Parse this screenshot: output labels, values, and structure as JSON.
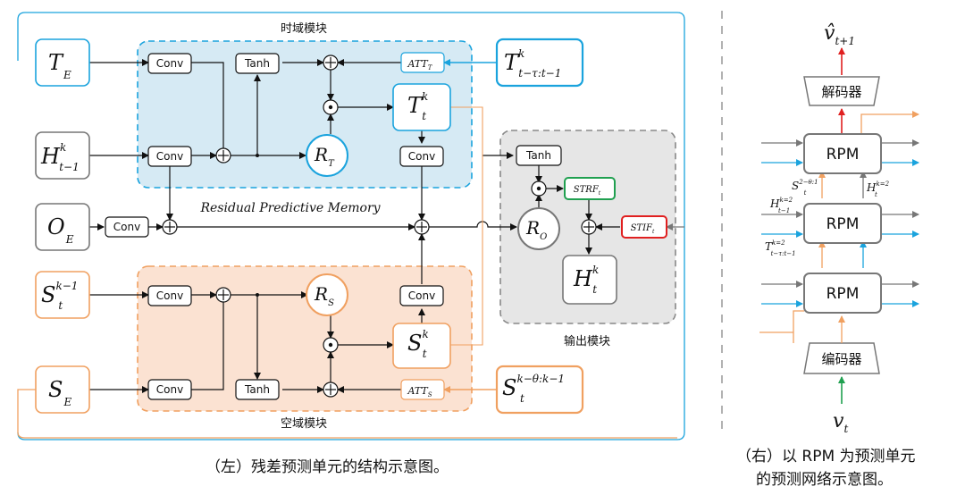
{
  "labels": {
    "temporal_module": "时域模块",
    "spatial_module": "空域模块",
    "output_module": "输出模块",
    "rpm_title": "Residual Predictive Memory",
    "conv": "Conv",
    "tanh": "Tanh",
    "rpm": "RPM",
    "decoder": "解码器",
    "encoder": "编码器"
  },
  "symbols": {
    "TE": "T",
    "TE_sub": "E",
    "H": "H",
    "H_sup": "k",
    "H_sub": "t−1",
    "OE": "O",
    "OE_sub": "E",
    "S1": "S",
    "S1_sup": "k−1",
    "S1_sub": "t",
    "SE": "S",
    "SE_sub": "E",
    "Tt": "T",
    "Tt_sup": "k",
    "Tt_sub": "t",
    "St": "S",
    "St_sup": "k",
    "St_sub": "t",
    "RT": "R",
    "RT_sub": "T",
    "RS": "R",
    "RS_sub": "S",
    "RO": "R",
    "RO_sub": "O",
    "Ht": "H",
    "Ht_sup": "k",
    "Ht_sub": "t",
    "Tin": "T",
    "Tin_sup": "k",
    "Tin_sub": "t−τ:t−1",
    "Sin": "S",
    "Sin_sup": "k−θ:k−1",
    "Sin_sub": "t",
    "ATTT": "ATT",
    "ATTT_sub": "T",
    "ATTS": "ATT",
    "ATTS_sub": "S",
    "STRF": "STRF",
    "STRF_sub": "t",
    "STIF": "STIF",
    "STIF_sub": "t",
    "vhat": "v̂",
    "vhat_sub": "t+1",
    "v": "v",
    "v_sub": "t",
    "rS": "S",
    "rS_sup": "2−θ:1",
    "rS_sub": "t",
    "rHl": "H",
    "rHl_sup": "k=2",
    "rHl_sub": "t−1",
    "rHr": "H",
    "rHr_sup": "k=2",
    "rHr_sub": "t",
    "rT": "T",
    "rT_sup": "k=2",
    "rT_sub": "t−τ:t−1"
  },
  "captions": {
    "left": "（左）残差预测单元的结构示意图。",
    "right_line1": "（右）以 RPM 为预测单元",
    "right_line2": "的预测网络示意图。"
  },
  "colors": {
    "blue": "#1aa3dd",
    "orange": "#f0a060",
    "gray": "#777777",
    "green": "#20a050",
    "red": "#e02020",
    "blue_fill": "#d6eaf4",
    "orange_fill": "#fbe2d2",
    "gray_fill": "#e6e6e6"
  }
}
